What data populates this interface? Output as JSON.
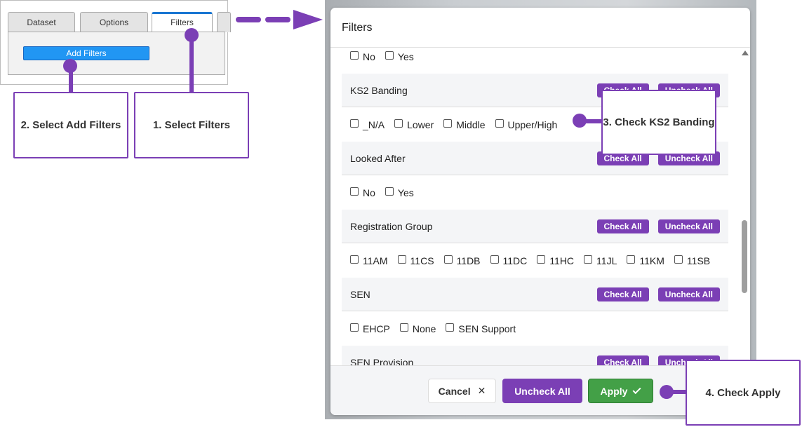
{
  "mini": {
    "tabs": [
      "Dataset",
      "Options",
      "Filters"
    ],
    "add_filters_label": "Add Filters"
  },
  "callouts": {
    "step1": "1. Select Filters",
    "step2": "2. Select Add Filters",
    "step3": "3. Check KS2 Banding",
    "step4": "4. Check Apply"
  },
  "modal": {
    "title": "Filters",
    "check_all_label": "Check All",
    "uncheck_all_label": "Uncheck All",
    "top_options": [
      "No",
      "Yes"
    ],
    "sections": [
      {
        "name": "KS2 Banding",
        "options": [
          "_N/A",
          "Lower",
          "Middle",
          "Upper/High"
        ]
      },
      {
        "name": "Looked After",
        "options": [
          "No",
          "Yes"
        ]
      },
      {
        "name": "Registration Group",
        "options": [
          "11AM",
          "11CS",
          "11DB",
          "11DC",
          "11HC",
          "11JL",
          "11KM",
          "11SB"
        ]
      },
      {
        "name": "SEN",
        "options": [
          "EHCP",
          "None",
          "SEN Support"
        ]
      },
      {
        "name": "SEN Provision",
        "options": []
      }
    ],
    "footer": {
      "cancel_label": "Cancel",
      "uncheck_all_label": "Uncheck All",
      "apply_label": "Apply"
    }
  },
  "colors": {
    "accent": "#7b3fb5",
    "tab_active": "#1976d2",
    "add_button": "#2196f3",
    "apply": "#43a047"
  }
}
